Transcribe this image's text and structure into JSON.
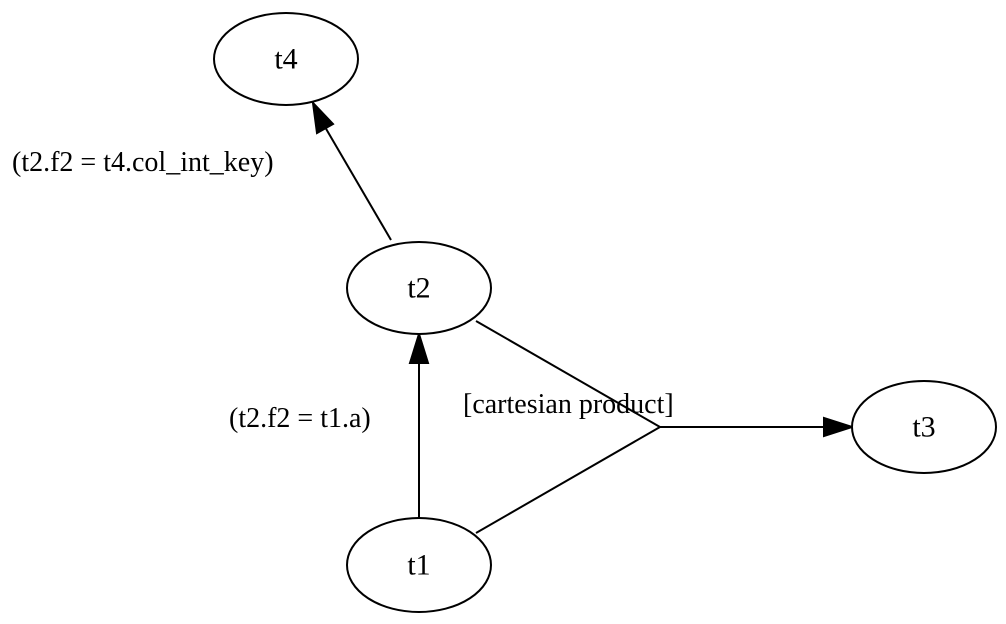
{
  "nodes": {
    "t4": {
      "label": "t4"
    },
    "t2": {
      "label": "t2"
    },
    "t1": {
      "label": "t1"
    },
    "t3": {
      "label": "t3"
    }
  },
  "edges": {
    "t2_t4": {
      "label": "(t2.f2 = t4.col_int_key)"
    },
    "t1_t2": {
      "label": "(t2.f2 = t1.a)"
    },
    "cartesian": {
      "label": "[cartesian product]"
    }
  },
  "colors": {
    "stroke": "#000000",
    "fill": "#ffffff",
    "text": "#000000"
  }
}
